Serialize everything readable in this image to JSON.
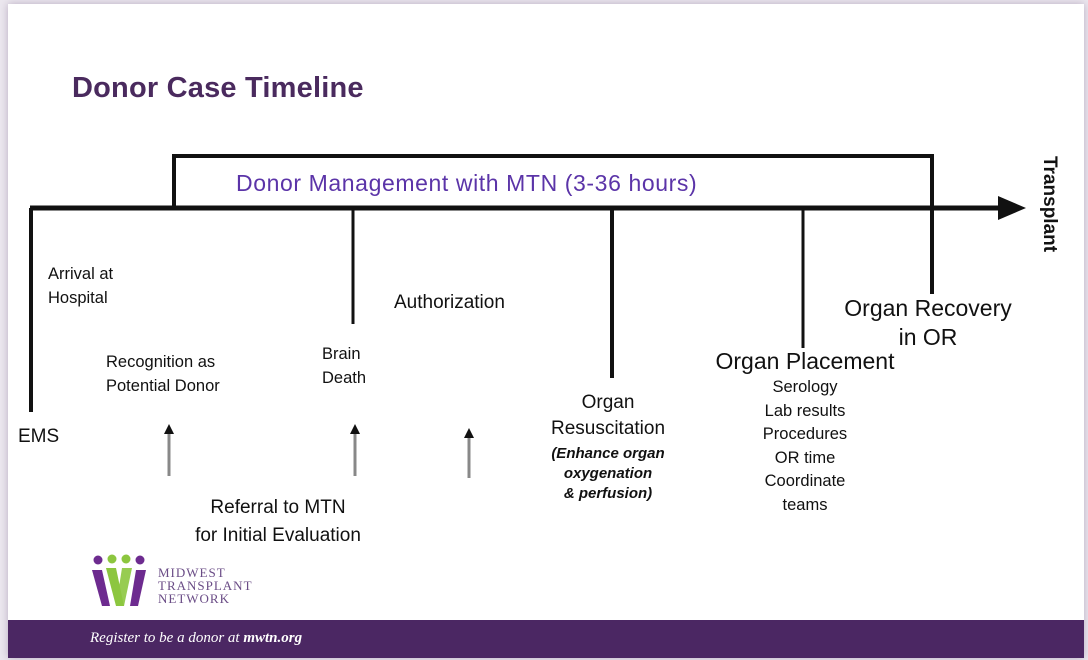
{
  "title": "Donor Case Timeline",
  "management_span": "Donor Management with MTN (3-36 hours)",
  "end_label": "Transplant",
  "events": {
    "ems": "EMS",
    "arrival": [
      "Arrival at",
      "Hospital"
    ],
    "recognition": [
      "Recognition as",
      "Potential Donor"
    ],
    "brain_death": [
      "Brain",
      "Death"
    ],
    "authorization": "Authorization",
    "referral": [
      "Referral to MTN",
      "for Initial Evaluation"
    ],
    "resuscitation": {
      "title": [
        "Organ",
        "Resuscitation"
      ],
      "note": [
        "(Enhance organ",
        "oxygenation",
        "& perfusion)"
      ]
    },
    "placement": {
      "title": "Organ Placement",
      "items": [
        "Serology",
        "Lab results",
        "Procedures",
        "OR time",
        "Coordinate",
        "teams"
      ]
    },
    "recovery": [
      "Organ Recovery",
      "in OR"
    ]
  },
  "logo": {
    "lines": [
      "MIDWEST",
      "TRANSPLANT",
      "NETWORK"
    ]
  },
  "footer": {
    "text": "Register to be a donor at ",
    "site": "mwtn.org"
  },
  "colors": {
    "brand_purple": "#4b2763",
    "span_label": "#5b34a8",
    "logo_green": "#8cc63f",
    "logo_purple": "#6d2b8f"
  }
}
